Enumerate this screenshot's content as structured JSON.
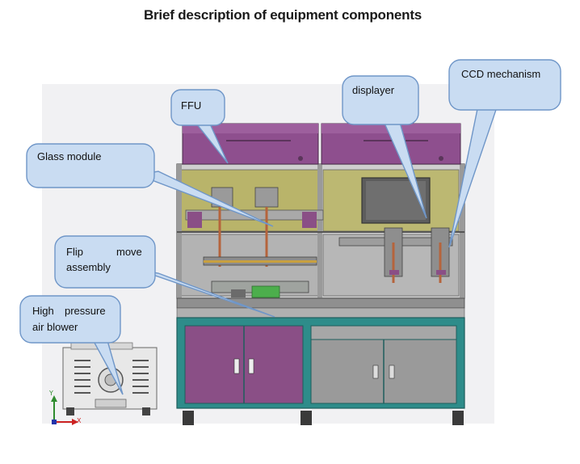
{
  "title": "Brief description of equipment components",
  "callouts": {
    "ffu": "FFU",
    "displayer": "displayer",
    "ccd": "CCD mechanism",
    "glass": "Glass module",
    "flip_line1": "Flip",
    "flip_line1b": "move",
    "flip_line2": "assembly",
    "blower_line1a": "High",
    "blower_line1b": "pressure",
    "blower_line2": "air blower"
  },
  "axes": {
    "y": "Y",
    "x": "X"
  },
  "colors": {
    "ffu_purple": "#8e4f8e",
    "cabinet_purple": "#8a4f86",
    "frame_teal": "#2e8c8a",
    "bubble_fill": "#c9dcf2",
    "bubble_stroke": "#6f96c8",
    "panel_olive": "#b9b46a",
    "panel_gray": "#b7b7b7"
  },
  "icons": [
    "axis-triad-icon"
  ]
}
